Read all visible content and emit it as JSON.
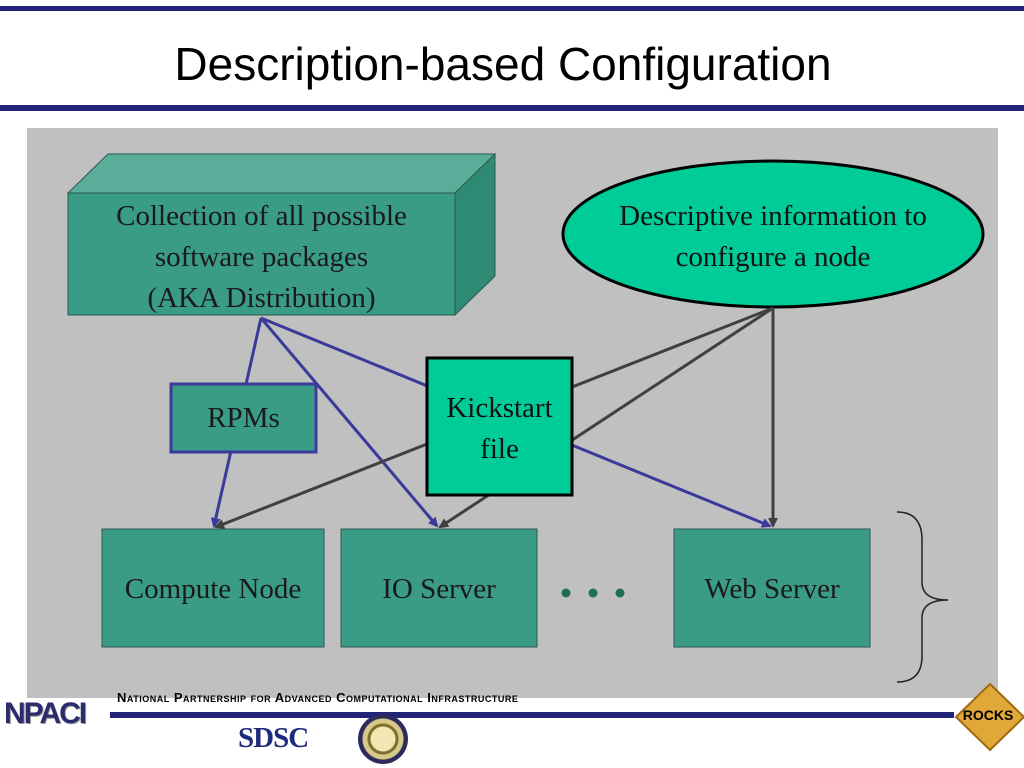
{
  "slide": {
    "title": "Description-based Configuration"
  },
  "diagram": {
    "distribution_box": {
      "lines": [
        "Collection of all possible",
        "software packages",
        "(AKA Distribution)"
      ]
    },
    "description_ellipse": {
      "lines": [
        "Descriptive information to",
        "configure a node"
      ]
    },
    "kickstart_box": {
      "lines": [
        "Kickstart",
        "file"
      ]
    },
    "rpms_box": {
      "label": "RPMs"
    },
    "nodes": [
      {
        "label": "Compute Node"
      },
      {
        "label": "IO Server"
      },
      {
        "label": "Web Server"
      }
    ],
    "ellipsis": "• • •",
    "colors": {
      "panel": "#c0c0c0",
      "box_fill": "#3a9b86",
      "kickstart_fill": "#00cc99",
      "ellipse_fill": "#00cc99",
      "purple_arrow": "#3a3a9a",
      "gray_arrow": "#404040"
    }
  },
  "footer": {
    "text": "National Partnership for Advanced Computational Infrastructure",
    "logo_npaci": "NPACI",
    "logo_sdsc": "SDSC",
    "logo_rocks": "ROCKS"
  }
}
